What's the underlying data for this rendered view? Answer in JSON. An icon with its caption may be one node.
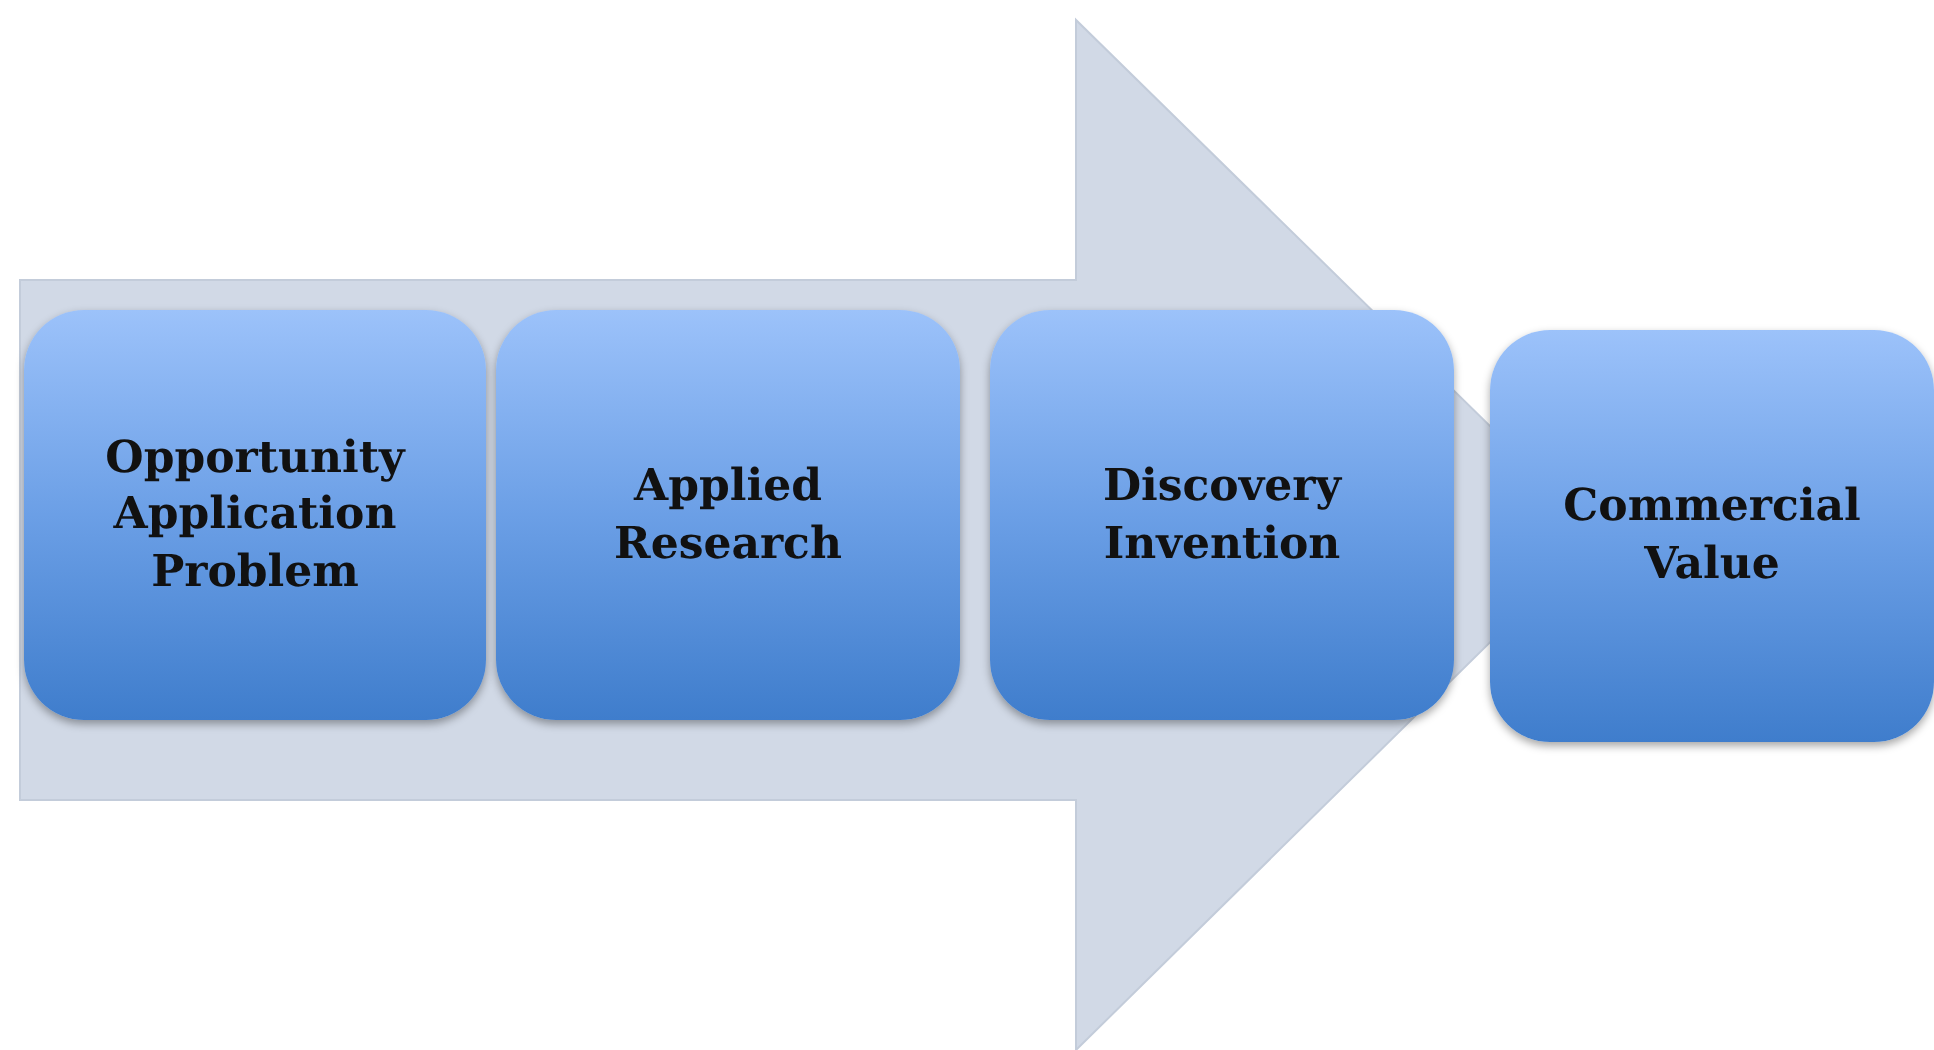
{
  "diagram": {
    "nodes": [
      {
        "text": [
          "Opportunity Application Problem"
        ]
      },
      {
        "text": [
          "Applied Research"
        ]
      },
      {
        "text": [
          "Discovery Invention"
        ]
      },
      {
        "text": [
          "Commercial Value"
        ]
      }
    ],
    "edges": [
      {
        "from": 0,
        "to": 3,
        "arrow": "to",
        "style": "thick"
      }
    ]
  }
}
